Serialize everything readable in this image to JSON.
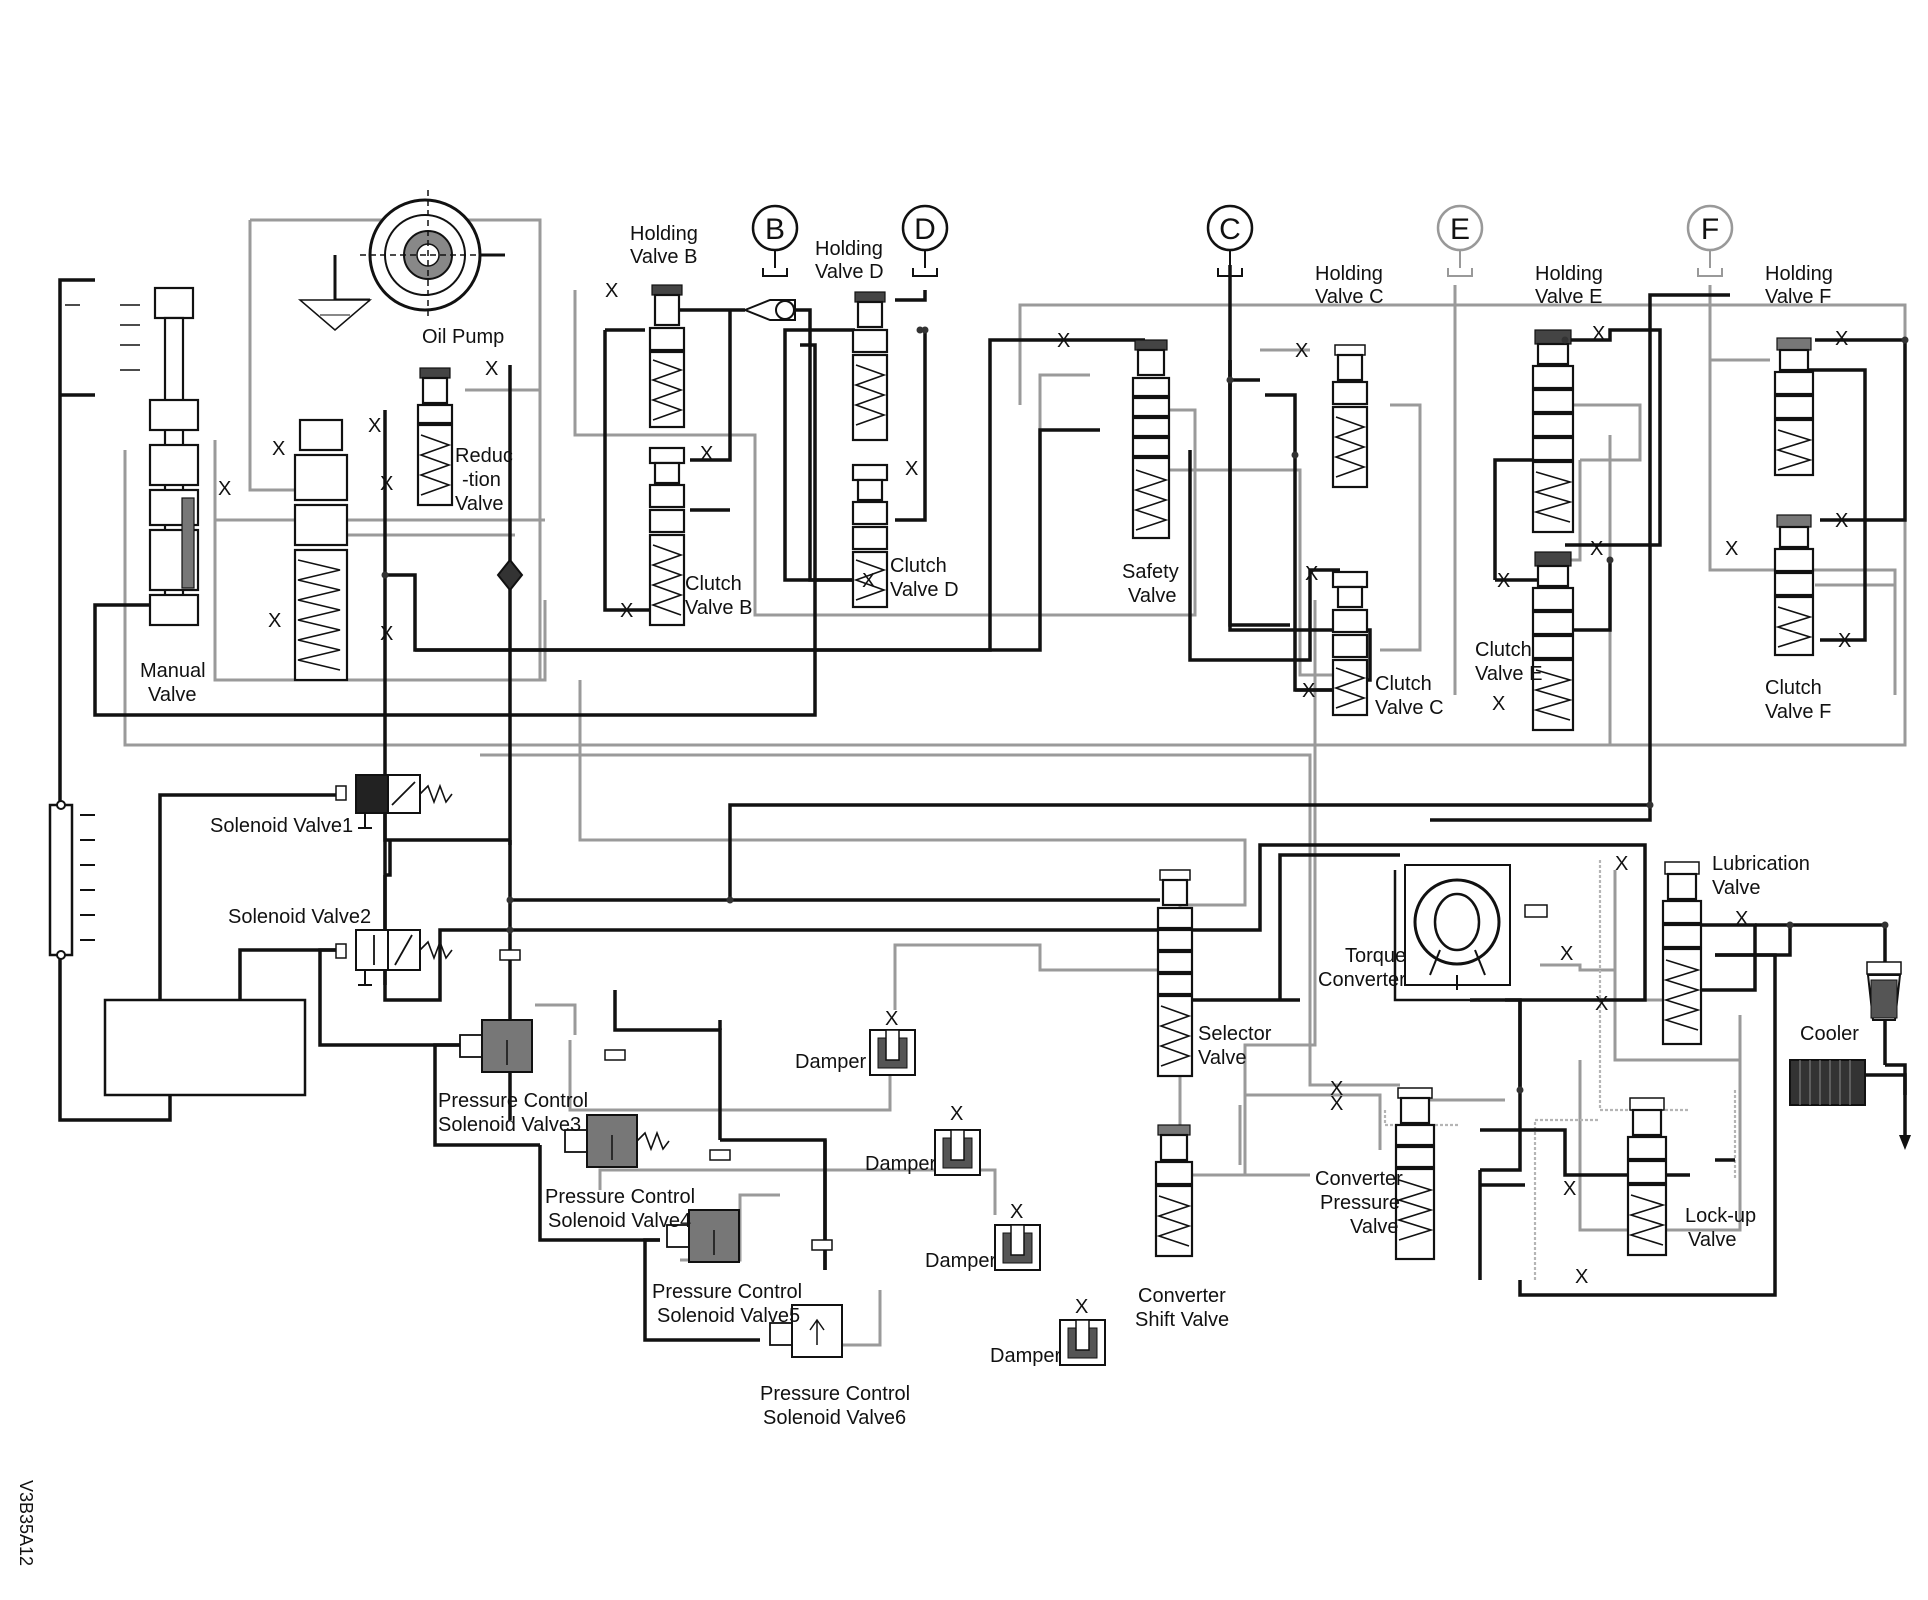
{
  "diagram": {
    "circled_labels": {
      "b": "B",
      "d": "D",
      "c": "C",
      "e": "E",
      "f": "F"
    },
    "components": {
      "oil_pump": "Oil Pump",
      "reduction_valve": [
        "Reduc",
        "-tion",
        "Valve"
      ],
      "manual_valve": [
        "Manual",
        "Valve"
      ],
      "holding_valve_b": [
        "Holding",
        "Valve B"
      ],
      "holding_valve_d": [
        "Holding",
        "Valve D"
      ],
      "clutch_valve_b": [
        "Clutch",
        "Valve B"
      ],
      "clutch_valve_d": [
        "Clutch",
        "Valve D"
      ],
      "safety_valve": [
        "Safety",
        "Valve"
      ],
      "holding_valve_c": [
        "Holding",
        "Valve C"
      ],
      "clutch_valve_c": [
        "Clutch",
        "Valve C"
      ],
      "holding_valve_e": [
        "Holding",
        "Valve E"
      ],
      "clutch_valve_e": [
        "Clutch",
        "Valve E"
      ],
      "holding_valve_f": [
        "Holding",
        "Valve F"
      ],
      "clutch_valve_f": [
        "Clutch",
        "Valve F"
      ],
      "solenoid_valve_1": "Solenoid Valve1",
      "solenoid_valve_2": "Solenoid Valve2",
      "pcsv3": [
        "Pressure Control",
        "Solenoid Valve3"
      ],
      "pcsv4": [
        "Pressure Control",
        "Solenoid Valve4"
      ],
      "pcsv5": [
        "Pressure Control",
        "Solenoid Valve5"
      ],
      "pcsv6": [
        "Pressure Control",
        "Solenoid Valve6"
      ],
      "damper": "Damper",
      "selector_valve": [
        "Selector",
        "Valve"
      ],
      "converter_shift_valve": [
        "Converter",
        "Shift Valve"
      ],
      "converter_pressure_valve": [
        "Converter",
        "Pressure",
        "Valve"
      ],
      "torque_converter": [
        "Torque",
        "Converter"
      ],
      "lubrication_valve": [
        "Lubrication",
        "Valve"
      ],
      "lockup_valve": [
        "Lock-up",
        "Valve"
      ],
      "cooler": "Cooler"
    },
    "restriction_mark": "X",
    "figure_code": "V3B35A12"
  }
}
